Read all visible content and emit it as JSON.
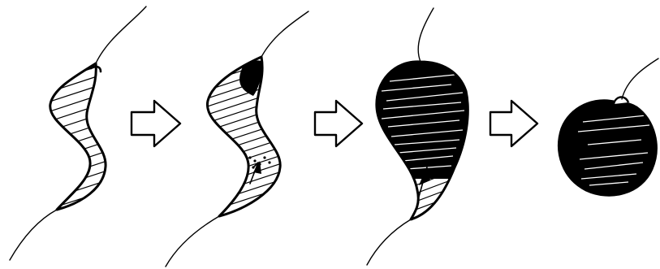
{
  "figure": {
    "stages": [
      {
        "id": "stage-1",
        "description_icon": "crescent-cell-lightly-hatched-icon"
      },
      {
        "id": "stage-2",
        "description_icon": "crescent-cell-partially-dense-icon"
      },
      {
        "id": "stage-3",
        "description_icon": "teardrop-cell-mostly-dark-icon"
      },
      {
        "id": "stage-4",
        "description_icon": "round-cell-fully-dark-icon"
      }
    ],
    "arrows": [
      {
        "id": "arrow-1",
        "icon": "right-arrow-outline-icon"
      },
      {
        "id": "arrow-2",
        "icon": "right-arrow-outline-icon"
      },
      {
        "id": "arrow-3",
        "icon": "right-arrow-outline-icon"
      }
    ],
    "colors": {
      "ink": "#000000",
      "background": "#ffffff"
    }
  }
}
